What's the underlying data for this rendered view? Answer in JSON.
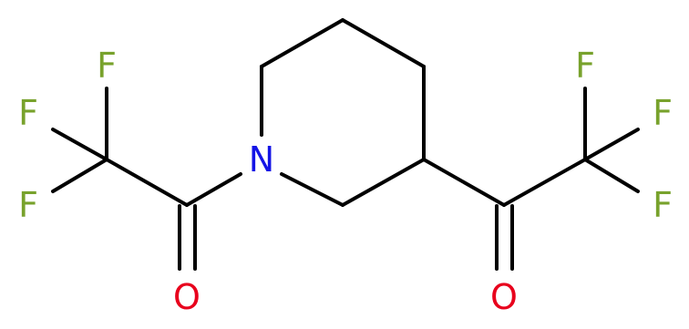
{
  "molecule": {
    "atoms": [
      {
        "id": "F1",
        "symbol": "F",
        "color": "#78a22c"
      },
      {
        "id": "F2",
        "symbol": "F",
        "color": "#78a22c"
      },
      {
        "id": "F3",
        "symbol": "F",
        "color": "#78a22c"
      },
      {
        "id": "O1",
        "symbol": "O",
        "color": "#e8001c"
      },
      {
        "id": "N1",
        "symbol": "N",
        "color": "#1414e6"
      },
      {
        "id": "F4",
        "symbol": "F",
        "color": "#78a22c"
      },
      {
        "id": "F5",
        "symbol": "F",
        "color": "#78a22c"
      },
      {
        "id": "F6",
        "symbol": "F",
        "color": "#78a22c"
      },
      {
        "id": "O2",
        "symbol": "O",
        "color": "#e8001c"
      }
    ],
    "bond_color": "#000000"
  }
}
